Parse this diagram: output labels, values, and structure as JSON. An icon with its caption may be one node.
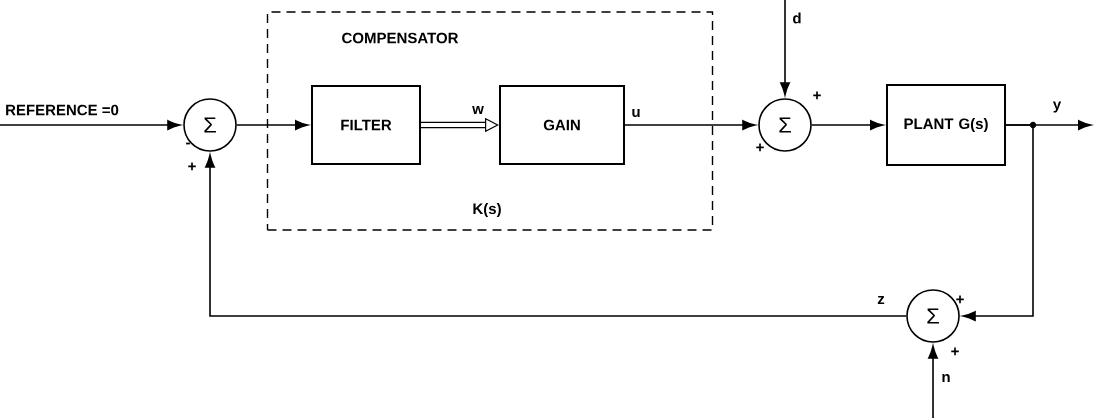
{
  "diagram": {
    "nodes": [
      {
        "text": [
          "COMPENSATOR",
          "K(s)"
        ]
      },
      {
        "text": [
          "Σ"
        ],
        "beside": [
          "-",
          "+"
        ]
      },
      {
        "text": [
          "FILTER"
        ],
        "in": 0
      },
      {
        "text": [
          "GAIN"
        ],
        "in": 0
      },
      {
        "text": [
          "Σ"
        ],
        "beside": [
          "+",
          "+"
        ]
      },
      {
        "text": [
          "PLANT G(s)"
        ]
      },
      {
        "text": [
          "Σ"
        ],
        "beside": [
          "+",
          "+"
        ]
      }
    ],
    "edges": [
      {
        "from": null,
        "to": 1,
        "arrow": "to",
        "label": "REFERENCE =0"
      },
      {
        "from": 1,
        "to": 2,
        "arrow": "to"
      },
      {
        "from": 2,
        "to": 3,
        "arrow": "to",
        "label": "w",
        "style": "thick"
      },
      {
        "from": 3,
        "to": 4,
        "arrow": "to",
        "label": "u"
      },
      {
        "from": null,
        "to": 4,
        "arrow": "to",
        "label": "d"
      },
      {
        "from": 4,
        "to": 5,
        "arrow": "to"
      },
      {
        "from": 5,
        "to": null,
        "arrow": "to",
        "label": "y"
      },
      {
        "from": 5,
        "to": 6,
        "arrow": "to"
      },
      {
        "from": null,
        "to": 6,
        "arrow": "to",
        "label": "n"
      },
      {
        "from": 6,
        "to": 1,
        "arrow": "to",
        "label": "z"
      }
    ]
  }
}
